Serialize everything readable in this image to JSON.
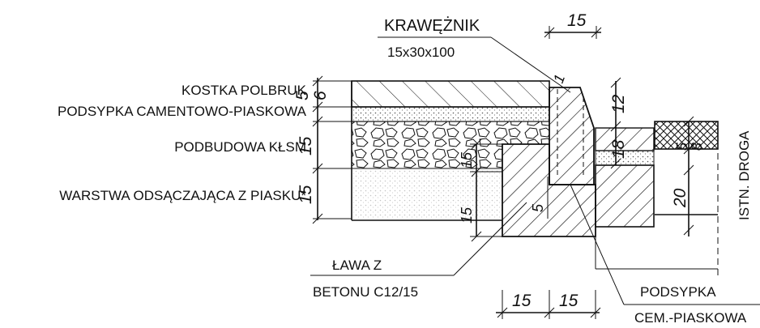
{
  "labels": {
    "kostka": "KOSTKA POLBRUK",
    "podsypka_cem": "PODSYPKA CAMENTOWO-PIASKOWA",
    "podbudowa": "PODBUDOWA KŁSM",
    "warstwa": "WARSTWA ODSĄCZAJĄCA Z PIASKU*",
    "krawez_title": "KRAWĘŻNIK",
    "krawez_size": "15x30x100",
    "lawa_line1": "ŁAWA Z",
    "lawa_line2": "BETONU C12/15",
    "podsypka_right1": "PODSYPKA",
    "podsypka_right2": "CEM.-PIASKOWA",
    "istn_droga": "ISTN. DROGA"
  },
  "dimensions": {
    "top_15": "15",
    "left_5": "5",
    "left_6": "6",
    "left_15a": "15",
    "left_15b": "15",
    "curb_1": "1",
    "curb_12": "12",
    "mid_15": "15",
    "mid_15b": "15",
    "mid_5": "5",
    "right_18": "18",
    "right_5": "5",
    "right_8": "8",
    "right_20": "20",
    "bottom_15a": "15",
    "bottom_15b": "15"
  },
  "colors": {
    "ink": "#111111",
    "paper": "#ffffff"
  }
}
